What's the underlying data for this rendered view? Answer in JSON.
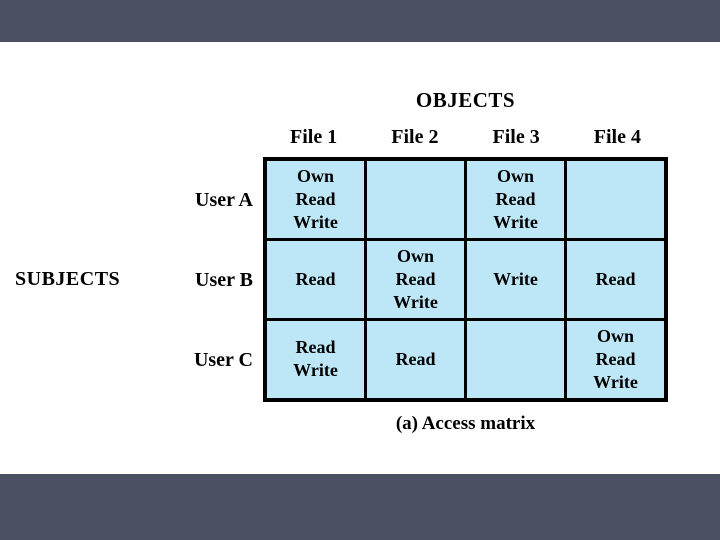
{
  "slide": {
    "top_label": "OBJECTS",
    "left_label": "SUBJECTS",
    "caption": "(a) Access matrix"
  },
  "matrix": {
    "columns": [
      "File 1",
      "File 2",
      "File 3",
      "File 4"
    ],
    "rows": [
      {
        "label": "User A",
        "cells": [
          "Own\nRead\nWrite",
          "",
          "Own\nRead\nWrite",
          ""
        ]
      },
      {
        "label": "User B",
        "cells": [
          "Read",
          "Own\nRead\nWrite",
          "Write",
          "Read"
        ]
      },
      {
        "label": "User C",
        "cells": [
          "Read\nWrite",
          "Read",
          "",
          "Own\nRead\nWrite"
        ]
      }
    ]
  },
  "colors": {
    "bar": "#4b5163",
    "cell_bg": "#bde6f6",
    "border": "#000000",
    "text": "#000000"
  }
}
